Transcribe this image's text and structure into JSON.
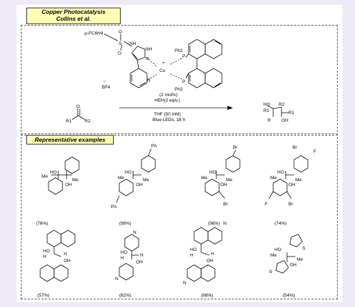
{
  "header": {
    "title_line1": "Copper Photocatalysis",
    "title_line2": "Collins et al."
  },
  "section": {
    "label": "Representative examples"
  },
  "catalyst": {
    "aryl": "p-FC6H4",
    "so2_s": "S",
    "so2_o": "O",
    "nh": "NH",
    "pyrazole_nh": "NH",
    "pyrazole_n": "N",
    "pyridine_n": "N",
    "metal": "Cu",
    "charge": "+",
    "phos_top": "P",
    "phos_bottom": "P",
    "ph2_top": "Ph2",
    "ph2_bottom": "Ph2",
    "counterion": "BF4",
    "counterion_charge": "−"
  },
  "conditions": {
    "loading": "(2 mol%)",
    "reductant": "HEH(2 eqiv.)",
    "solvent": "THF (50 mM)",
    "light": "Blue LEDs, 18 h"
  },
  "substrate": {
    "o": "O",
    "r1": "R1",
    "r2": "R2"
  },
  "product": {
    "ho": "HO",
    "r2a": "R2",
    "r1a": "R1",
    "r1b": "R1",
    "r": "R",
    "oh": "OH"
  },
  "examples": [
    {
      "ho": "HO",
      "oh": "OH",
      "left": "Me",
      "right": "Me",
      "yield": "(76%)"
    },
    {
      "ho": "HO",
      "oh": "OH",
      "left": "Me",
      "right": "Me",
      "top": "Ph",
      "bottom": "Ph",
      "yield": "(99%)"
    },
    {
      "ho": "HO",
      "oh": "OH",
      "left": "Me",
      "right": "Me",
      "top": "Br",
      "bottom": "Br",
      "yield": "(96%)"
    },
    {
      "ho": "HO",
      "oh": "OH",
      "left": "Me",
      "right": "Me",
      "top": "Br",
      "top2": "F",
      "bottom": "Br",
      "bottom2": "F",
      "yield": "(74%)"
    },
    {
      "ho": "HO",
      "oh": "OH",
      "left": "H",
      "right": "H",
      "yield": "(57%)"
    },
    {
      "ho": "HO",
      "oh": "OH",
      "left": "H",
      "right": "H",
      "n1": "N",
      "n2": "N",
      "yield": "(82%)"
    },
    {
      "ho": "HO",
      "oh": "OH",
      "left": "H",
      "right": "H",
      "n1": "N",
      "n2": "N",
      "yield": "(68%)"
    },
    {
      "ho": "HO",
      "oh": "OH",
      "left": "Me",
      "right": "Me",
      "s1": "S",
      "s2": "S",
      "yield": "(54%)"
    }
  ]
}
